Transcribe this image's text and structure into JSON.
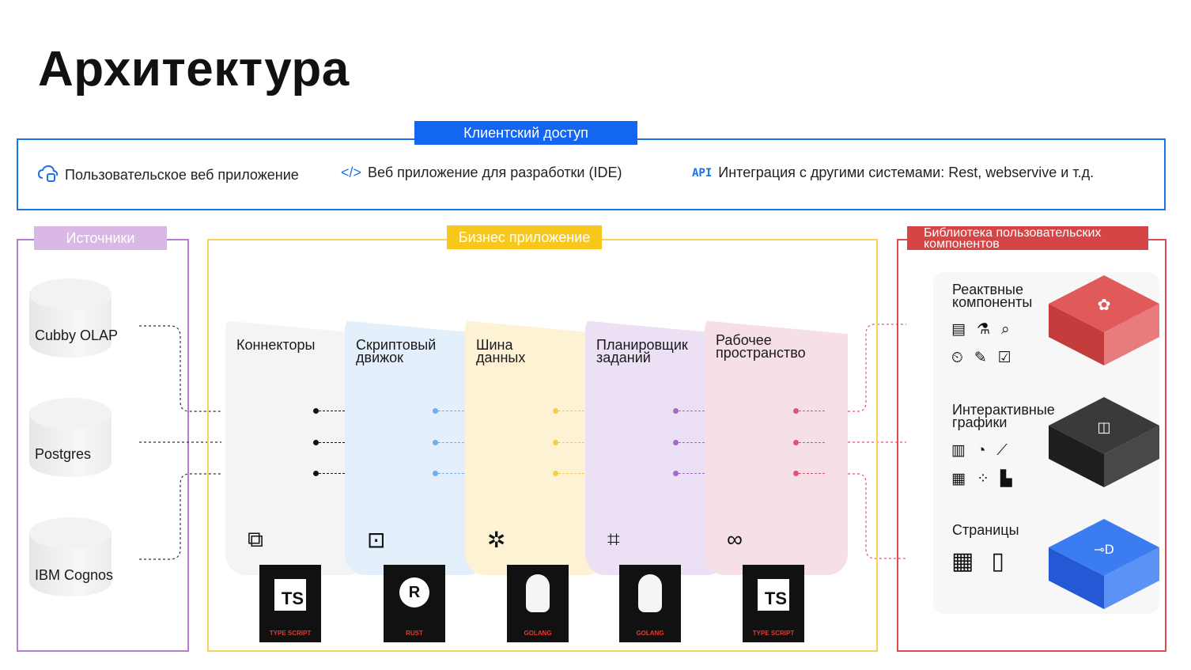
{
  "title": "Архитектура",
  "client": {
    "label": "Клиентский доступ",
    "items": [
      {
        "icon": "cloud-app-icon",
        "glyph": "☁",
        "text": "Пользовательское веб приложение"
      },
      {
        "icon": "code-icon",
        "glyph": "</>",
        "text": "Веб приложение для разработки (IDE)"
      },
      {
        "icon": "api-icon",
        "glyph": "API",
        "text": "Интеграция с другими системами: Rest, webservive и т.д."
      }
    ]
  },
  "sources": {
    "label": "Источники",
    "items": [
      "Cubby OLAP",
      "Postgres",
      "IBM Cognos"
    ]
  },
  "business": {
    "label": "Бизнес приложение",
    "cards": [
      {
        "title_line1": "Коннекторы",
        "title_line2": "",
        "color": "#f4f4f4",
        "dot": "#111111",
        "icon": "connectors-icon",
        "glyph": "⧉",
        "badge": "TYPE SCRIPT",
        "badge_logo": "TS"
      },
      {
        "title_line1": "Скриптовый",
        "title_line2": "движок",
        "color": "#e3effa",
        "dot": "#6fb0ea",
        "icon": "chip-icon",
        "glyph": "⊡",
        "badge": "RUST",
        "badge_logo": "R"
      },
      {
        "title_line1": "Шина",
        "title_line2": "данных",
        "color": "#fdf3d4",
        "dot": "#f3cd4b",
        "icon": "network-icon",
        "glyph": "✲",
        "badge": "GOLANG",
        "badge_logo": ""
      },
      {
        "title_line1": "Планировщик",
        "title_line2": "заданий",
        "color": "#ebe0f4",
        "dot": "#a469c9",
        "icon": "flow-icon",
        "glyph": "⌗",
        "badge": "GOLANG",
        "badge_logo": ""
      },
      {
        "title_line1": "Рабочее",
        "title_line2": "пространство",
        "color": "#f7dfe6",
        "dot": "#e0527e",
        "icon": "infinity-icon",
        "glyph": "∞",
        "badge": "TYPE SCRIPT",
        "badge_logo": "TS"
      }
    ]
  },
  "library": {
    "label_line1": "Библиотека пользовательских",
    "label_line2": "компонентов",
    "groups": [
      {
        "title_line1": "Реактвные",
        "title_line2": "компоненты",
        "icons_row1": "▤⚗⌕",
        "icons_row2": "⏲✎☑",
        "cube_color": "#d94a4a",
        "cube_glyph": "✿"
      },
      {
        "title_line1": "Интерактивные",
        "title_line2": "графики",
        "icons_row1": "▥◔⟋",
        "icons_row2": "▦⁘▙",
        "cube_color": "#2c2c2c",
        "cube_glyph": "◫"
      },
      {
        "title_line1": "Страницы",
        "title_line2": "",
        "icons_row1": "▦▯",
        "icons_row2": "",
        "cube_color": "#2f6ee8",
        "cube_glyph": "⊸D"
      }
    ]
  }
}
